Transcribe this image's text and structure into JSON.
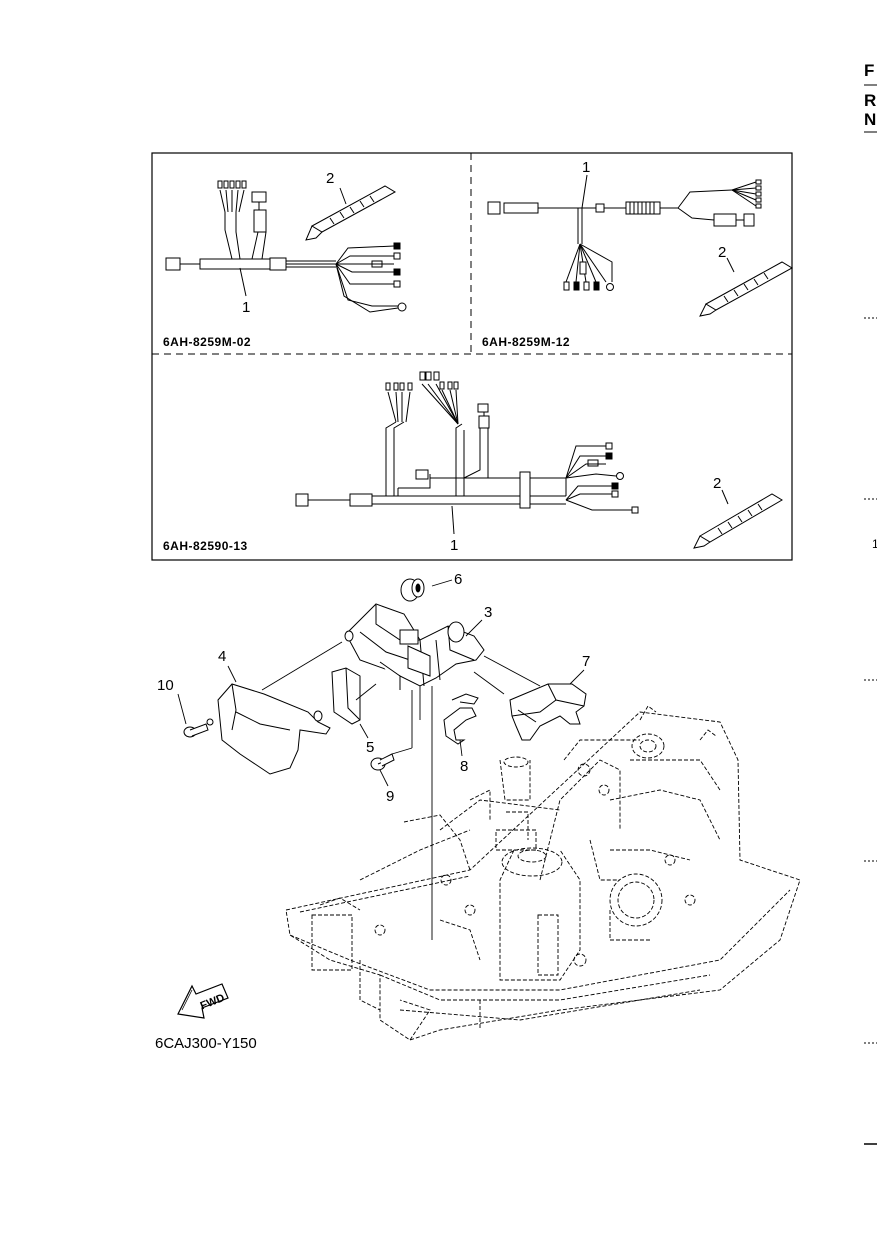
{
  "page_edge_letters": [
    "F",
    "R",
    "N"
  ],
  "page_edge_mark": "1",
  "panels": [
    {
      "part_number": "6AH-8259M-02",
      "callouts": [
        "1",
        "2"
      ]
    },
    {
      "part_number": "6AH-8259M-12",
      "callouts": [
        "1",
        "2"
      ]
    },
    {
      "part_number": "6AH-82590-13",
      "callouts": [
        "1",
        "2"
      ]
    }
  ],
  "assembly_callouts": [
    "3",
    "4",
    "5",
    "6",
    "7",
    "8",
    "9",
    "10"
  ],
  "fwd_label": "FWD",
  "figure_code": "6CAJ300-Y150"
}
